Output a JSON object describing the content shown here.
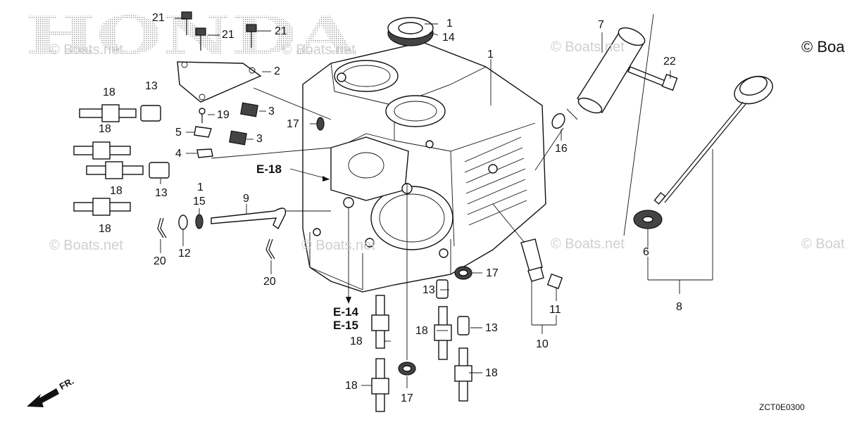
{
  "brand_watermark": "HONDA",
  "copyright": "© Boats",
  "watermark_text": "© Boats.net",
  "drawing_code": "ZCT0E0300",
  "front_arrow": "FR.",
  "refs": {
    "e18": "E-18",
    "e14": "E-14",
    "e15": "E-15"
  },
  "callouts": {
    "c1_top": "1",
    "c14": "14",
    "c1_case": "1",
    "c7": "7",
    "c22": "22",
    "c21_a": "21",
    "c21_b": "21",
    "c21_c": "21",
    "c2": "2",
    "c18_a": "18",
    "c13_a": "13",
    "c3_a": "3",
    "c19": "19",
    "c17_a": "17",
    "c18_b": "18",
    "c5": "5",
    "c3_b": "3",
    "c4": "4",
    "c16": "16",
    "c18_c": "18",
    "c13_b": "13",
    "c1_left": "1",
    "c15": "15",
    "c9": "9",
    "c18_d": "18",
    "c20_a": "20",
    "c12": "12",
    "c20_b": "20",
    "c6": "6",
    "c8": "8",
    "c17_b": "17",
    "c13_c": "13",
    "c11": "11",
    "c18_e": "18",
    "c13_d": "13",
    "c10": "10",
    "c18_f": "18",
    "c18_g": "18",
    "c18_h": "18",
    "c17_c": "17"
  }
}
